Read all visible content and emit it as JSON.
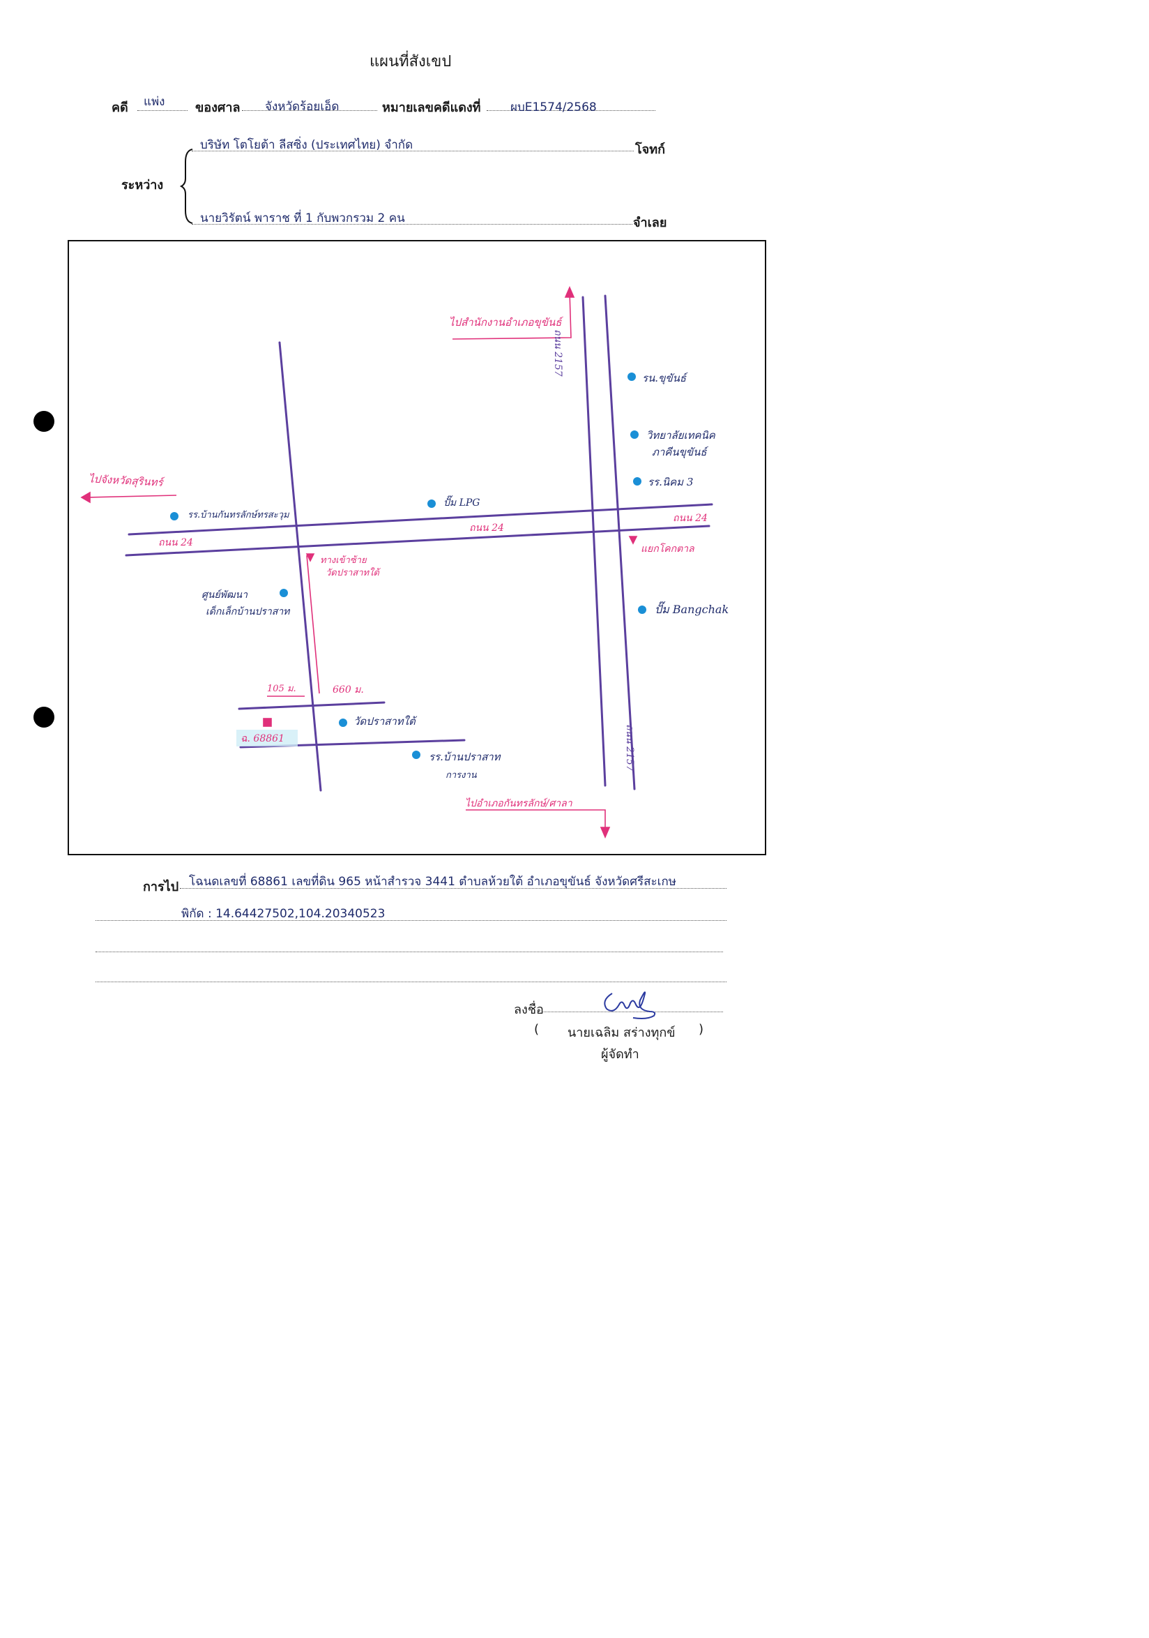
{
  "title": "แผนที่สังเขป",
  "case": {
    "case_label": "คดี",
    "case_type": "แพ่ง",
    "court_label": "ของศาล",
    "court": "จังหวัดร้อยเอ็ด",
    "red_no_label": "หมายเลขคดีแดงที่",
    "red_no": "ผบE1574/2568"
  },
  "parties": {
    "between_label": "ระหว่าง",
    "plaintiff": "บริษัท โตโยต้า ลีสซิ่ง (ประเทศไทย) จำกัด",
    "plaintiff_label": "โจทก์",
    "defendant": "นายวิรัตน์ พาราช ที่ 1 กับพวกรวม 2 คน",
    "defendant_label": "จำเลย"
  },
  "map": {
    "labels": {
      "north_dir": "ไปสำนักงานอำเภอขุขันธ์",
      "road_2157_top": "ถนน 2157",
      "road_2157_bottom": "ถนน 2157",
      "school_khukhan": "รน.ขุขันธ์",
      "college_line1": "วิทยาลัยเทคนิค",
      "college_line2": "ภาคีนขุขันธ์",
      "school_nikom": "รร.นิคม 3",
      "to_surin": "ไปจังหวัดสุรินทร์",
      "school_west": "รร.บ้านกันทรลักษ์ทรสะวุม",
      "pump_lpg": "ปั๊ม LPG",
      "road24_left": "ถนน 24",
      "road24_mid": "ถนน 24",
      "road24_right": "ถนน 24",
      "junction": "แยกโคกตาล",
      "entrance_line1": "ทางเข้าซ้าย",
      "entrance_line2": "วัดปราสาทใต้",
      "child_center_line1": "ศูนย์พัฒนา",
      "child_center_line2": "เด็กเล็กบ้านปราสาท",
      "pump_bangchak": "ปั๊ม Bangchak",
      "dist_105": "105 ม.",
      "dist_660": "660 ม.",
      "temple": "วัดปราสาทใต้",
      "parcel": "ฉ. 68861",
      "school_prasat_line1": "รร.บ้านปราสาท",
      "school_prasat_line2": "การงาน",
      "south_dir": "ไปอำเภอกันทรลักษ์/ศาลา"
    },
    "colors": {
      "road": "#5b3f9e",
      "annotation": "#e0307a",
      "poi": "#1a8fd6",
      "parcel": "#e0307a"
    }
  },
  "directions": {
    "label": "การไป",
    "line1": "โฉนดเลขที่ 68861 เลขที่ดิน 965 หน้าสำรวจ 3441 ตำบลห้วยใต้ อำเภอขุขันธ์ จังหวัดศรีสะเกษ",
    "line2": "พิกัด : 14.64427502,104.20340523"
  },
  "signature": {
    "sign_label": "ลงชื่อ",
    "name": "นายเฉลิม สร่างทุกข์",
    "open_paren": "(",
    "close_paren": ")",
    "role": "ผู้จัดทำ"
  }
}
